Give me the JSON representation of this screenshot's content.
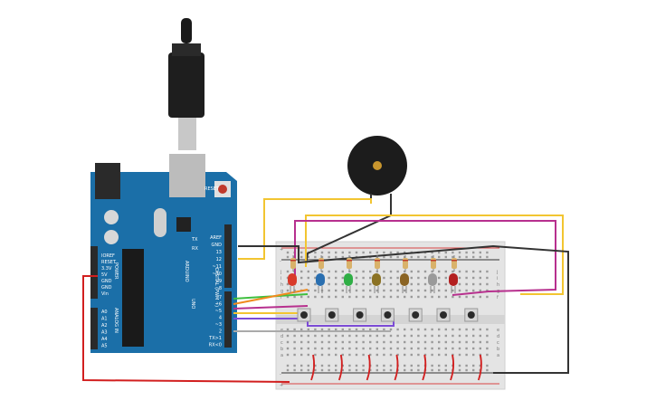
{
  "board": {
    "brand": "ARDUINO",
    "model": "UNO",
    "reset_label": "RESET",
    "tx_label": "TX",
    "rx_label": "RX",
    "digital_label": "DIGITAL (PWM ~)",
    "power_label": "POWER",
    "analog_label": "ANALOG IN",
    "top_header_labels": [
      "AREF",
      "GND",
      "13",
      "12",
      "~11",
      "~10",
      "~9",
      "8"
    ],
    "bottom_header_labels": [
      "7",
      "~6",
      "~5",
      "4",
      "~3",
      "2",
      "TX>1",
      "RX<0"
    ],
    "power_pins": [
      "IOREF",
      "RESET",
      "3.3V",
      "5V",
      "GND",
      "GND",
      "Vin"
    ],
    "analog_pins": [
      "A0",
      "A1",
      "A2",
      "A3",
      "A4",
      "A5"
    ]
  },
  "breadboard": {
    "row_letters_top": [
      "j",
      "i",
      "h",
      "g",
      "f"
    ],
    "row_letters_bottom": [
      "e",
      "d",
      "c",
      "b",
      "a"
    ],
    "rail_plus": "+",
    "rail_minus": "-"
  },
  "components": {
    "leds": [
      "#d83a2a",
      "#2a6fb0",
      "#2fae45",
      "#8b7224",
      "#8b6424",
      "#9a9a9a",
      "#b31f1f"
    ],
    "buttons_count": 7
  },
  "colors": {
    "board": "#1b6fa8",
    "wire_yellow": "#f2c531",
    "wire_magenta": "#b7308e",
    "wire_red": "#d21f1f",
    "wire_black": "#333333",
    "wire_green": "#3fbf3f",
    "wire_orange": "#f08a1d",
    "wire_purple": "#7c4bd6"
  }
}
